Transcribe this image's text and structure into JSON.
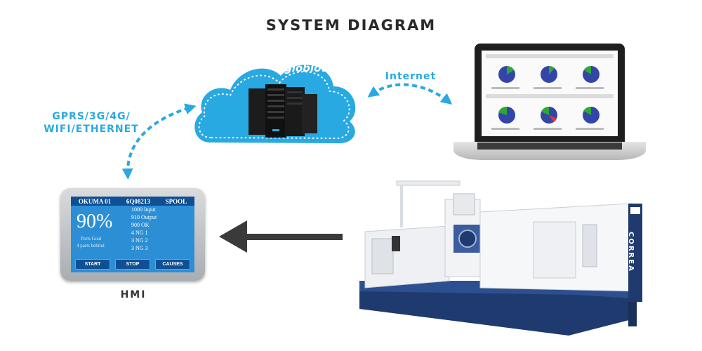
{
  "title": "SYSTEM DIAGRAM",
  "connections": {
    "left_line1": "GPRS/3G/4G/",
    "left_line2": "WIFI/ETHERNET",
    "right": "Internet"
  },
  "cloud": {
    "brand": "globiots"
  },
  "hmi": {
    "label": "HMI",
    "header": [
      "OKUMA 01",
      "6Q08213",
      "SPOOL"
    ],
    "percent": "90%",
    "sub1": "Parts Goal",
    "sub2": "4 parts behind",
    "stats": [
      "1000 Input",
      "910 Output",
      "900 OK",
      "4 NG 1",
      "3 NG 2",
      "3 NG 3"
    ],
    "buttons": [
      "START",
      "STOP",
      "CAUSES"
    ]
  },
  "machine": {
    "brand": "CORREA"
  },
  "colors": {
    "accent": "#29a9e1",
    "hmi_screen": "#2c8fd6",
    "hmi_header": "#0f4f94",
    "machine_blue": "#1f3a6e"
  }
}
